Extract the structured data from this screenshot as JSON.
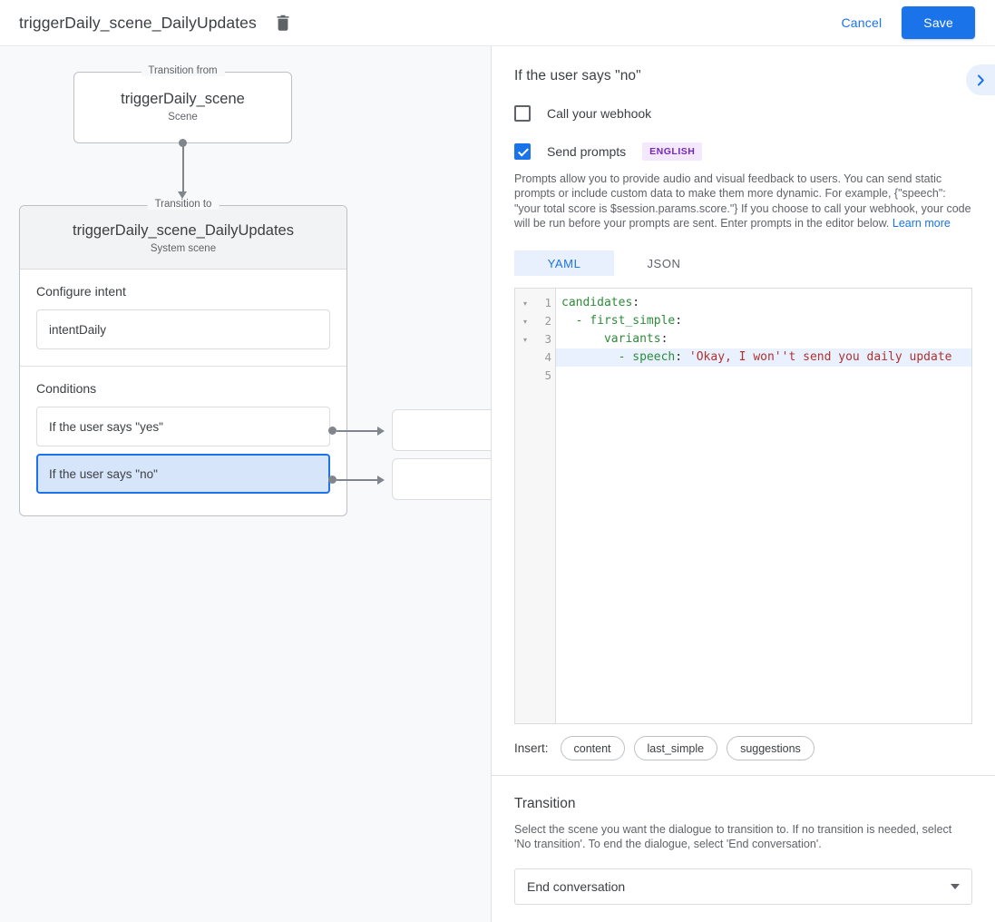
{
  "topbar": {
    "title": "triggerDaily_scene_DailyUpdates",
    "delete_icon": "trash-icon",
    "cancel_label": "Cancel",
    "save_label": "Save",
    "accent_color": "#1a73e8"
  },
  "canvas": {
    "from_legend": "Transition from",
    "from_node": {
      "title": "triggerDaily_scene",
      "subtitle": "Scene"
    },
    "to_legend": "Transition to",
    "to_node": {
      "title": "triggerDaily_scene_DailyUpdates",
      "subtitle": "System scene"
    },
    "intent_section": {
      "label": "Configure intent",
      "value": "intentDaily"
    },
    "conditions_section": {
      "label": "Conditions",
      "items": [
        {
          "text": "If the user says \"yes\"",
          "selected": false
        },
        {
          "text": "If the user says \"no\"",
          "selected": true
        }
      ]
    },
    "target_boxes": [
      "",
      ""
    ],
    "selected_border_color": "#1a73e8",
    "selected_fill_color": "#d7e5fb"
  },
  "panel": {
    "title": "If the user says \"no\"",
    "expand_icon": "chevron-right-icon",
    "webhook": {
      "label": "Call your webhook",
      "checked": false
    },
    "prompts": {
      "label": "Send prompts",
      "checked": true,
      "badge": "ENGLISH",
      "badge_bg": "#f3e8fd",
      "badge_color": "#7627bb",
      "description": "Prompts allow you to provide audio and visual feedback to users. You can send static prompts or include custom data to make them more dynamic. For example, {\"speech\": \"your total score is $session.params.score.\"} If you choose to call your webhook, your code will be run before your prompts are sent. Enter prompts in the editor below.",
      "learn_more": "Learn more"
    },
    "tabs": [
      {
        "label": "YAML",
        "active": true
      },
      {
        "label": "JSON",
        "active": false
      }
    ],
    "editor": {
      "line_numbers": [
        "1",
        "2",
        "3",
        "4",
        "5"
      ],
      "fold_arrows": [
        "▾",
        "▾",
        "▾"
      ],
      "lines": [
        {
          "num": "1",
          "indent": 0,
          "key": "candidates",
          "punct": ":",
          "value": "",
          "highlight": false
        },
        {
          "num": "2",
          "indent": 0,
          "key": "  - first_simple",
          "punct": ":",
          "value": "",
          "highlight": false
        },
        {
          "num": "3",
          "indent": 0,
          "key": "      variants",
          "punct": ":",
          "value": "",
          "highlight": false
        },
        {
          "num": "4",
          "indent": 0,
          "key": "        - speech",
          "punct": ": ",
          "value": "'Okay, I won''t send you daily update",
          "highlight": true
        },
        {
          "num": "5",
          "indent": 0,
          "key": "",
          "punct": "",
          "value": "",
          "highlight": false
        }
      ],
      "full_line_4_text": "        - speech: 'Okay, I won''t send you daily update"
    },
    "insert": {
      "label": "Insert:",
      "chips": [
        "content",
        "last_simple",
        "suggestions"
      ]
    },
    "transition": {
      "title": "Transition",
      "description": "Select the scene you want the dialogue to transition to. If no transition is needed, select 'No transition'. To end the dialogue, select 'End conversation'.",
      "select_value": "End conversation",
      "caret_icon": "chevron-down-icon"
    }
  }
}
